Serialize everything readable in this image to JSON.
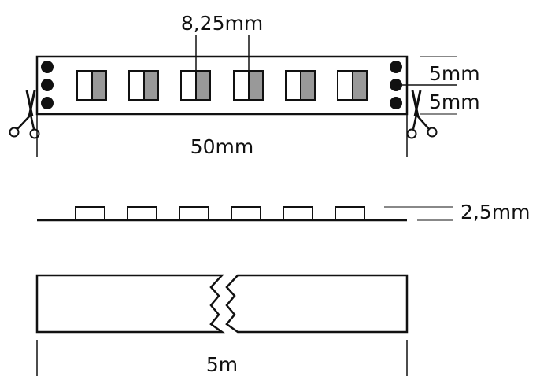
{
  "labels": {
    "pitch": "8,25mm",
    "pad_spacing_top": "5mm",
    "pad_spacing_bottom": "5mm",
    "segment_length": "50mm",
    "height": "2,5mm",
    "total_length": "5m"
  },
  "strip": {
    "led_count": 6,
    "pads_per_end": 3,
    "cut_icon": "scissors-icon",
    "colors": {
      "line": "#111111",
      "led_chip": "#999999",
      "background": "#ffffff"
    }
  }
}
